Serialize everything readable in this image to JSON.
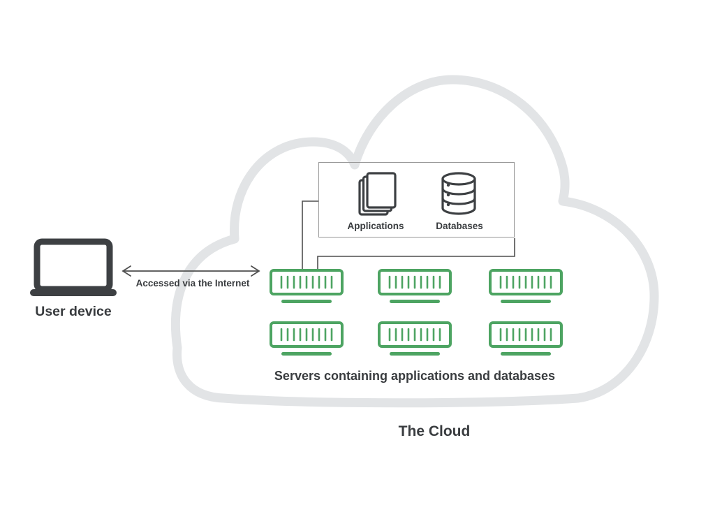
{
  "diagram": {
    "user_device": {
      "label": "User device",
      "icon": "laptop-icon"
    },
    "internet_link": {
      "label": "Accessed via the Internet",
      "icon": "double-arrow-icon"
    },
    "cloud": {
      "label": "The Cloud",
      "inner_box": {
        "applications": {
          "label": "Applications",
          "icon": "documents-stack-icon"
        },
        "databases": {
          "label": "Databases",
          "icon": "database-cylinder-icon"
        }
      },
      "servers": {
        "caption": "Servers containing applications and databases",
        "icon": "server-icon",
        "count": 6,
        "rows": 2,
        "columns": 3
      }
    }
  },
  "colors": {
    "accent_green": "#4da462",
    "icon_dark": "#3d4043",
    "text_dark": "#393c3f",
    "cloud_outline": "#e2e4e6",
    "box_border": "#979797",
    "connector": "#4f4f4f",
    "background": "#ffffff"
  }
}
